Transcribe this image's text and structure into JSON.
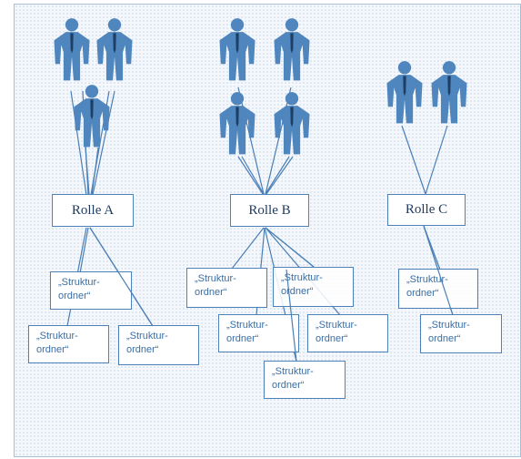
{
  "roles": {
    "a": {
      "label": "Rolle A"
    },
    "b": {
      "label": "Rolle B"
    },
    "c": {
      "label": "Rolle C"
    }
  },
  "folder": {
    "line1": "„Struktur-",
    "line2": "ordner“"
  },
  "colors": {
    "line": "#4a7fb6",
    "person": "#4f86bd",
    "border": "#4e81b8",
    "text": "#1f3a5f"
  },
  "icons": {
    "person": "businessman-icon"
  }
}
